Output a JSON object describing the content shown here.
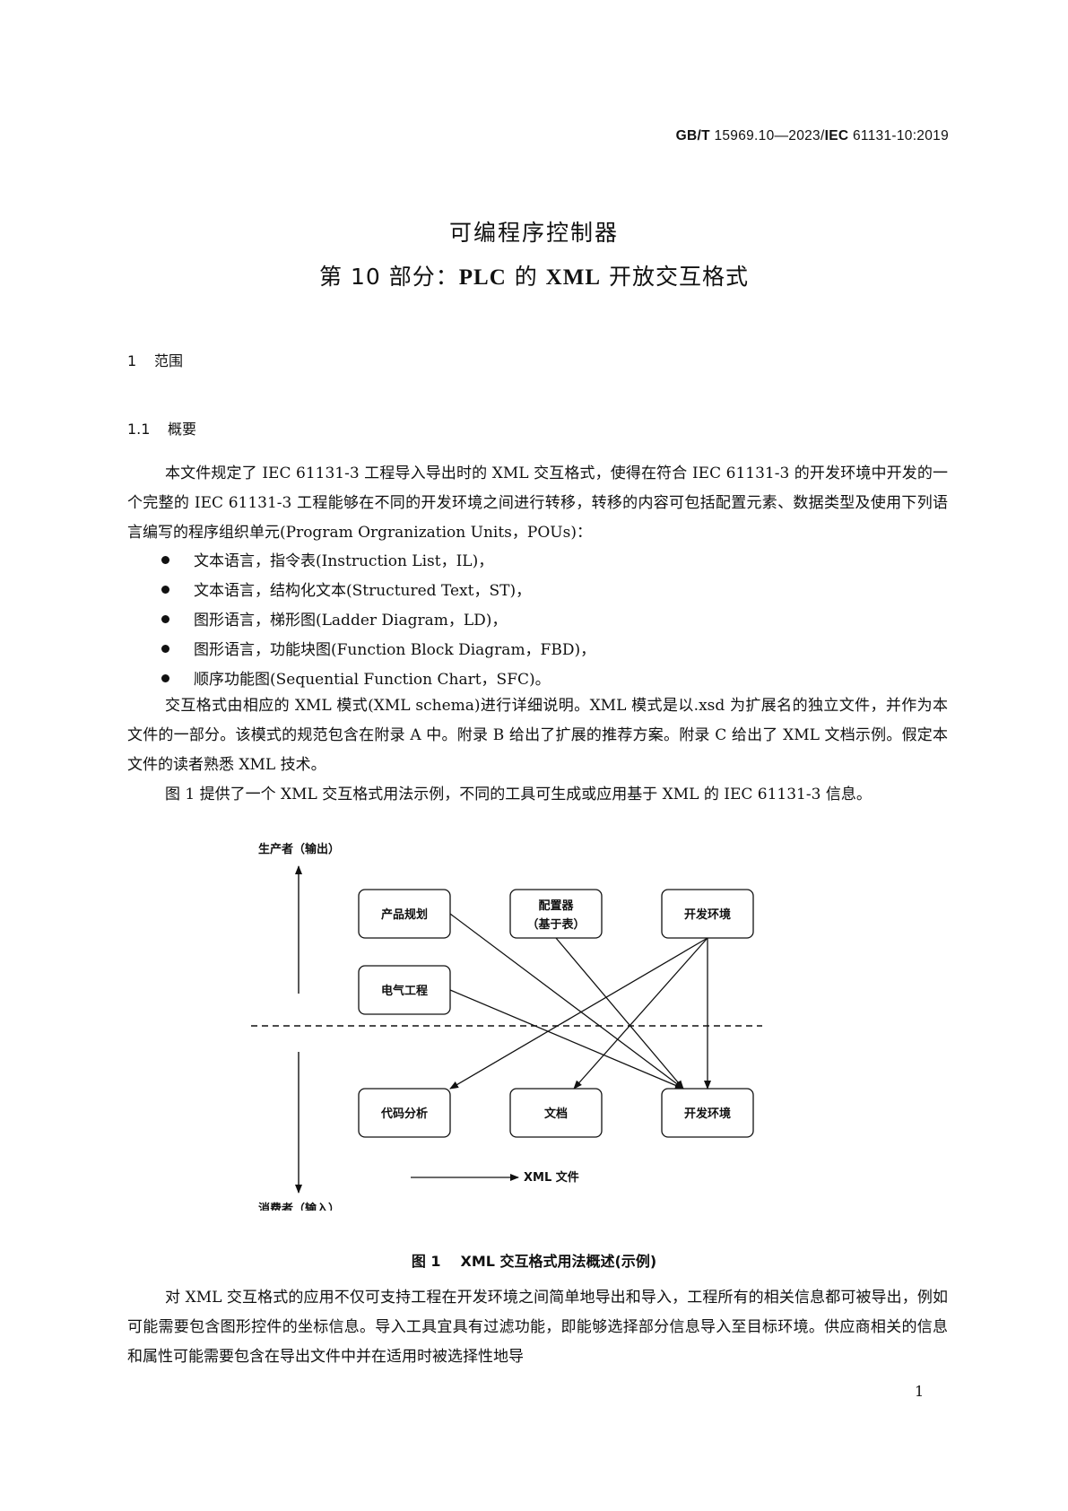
{
  "header": {
    "standard_prefix": "GB/T",
    "standard_mid": " 15969.10—2023/",
    "standard_iec": "IEC",
    "standard_suffix": " 61131-10:2019"
  },
  "title": {
    "line1": "可编程序控制器",
    "line2_part1": "第 10 部分：",
    "line2_plc": "PLC",
    "line2_part2": " 的 ",
    "line2_xml": "XML",
    "line2_part3": " 开放交互格式"
  },
  "section1": {
    "number": "1",
    "title": "范围"
  },
  "section1_1": {
    "number": "1.1",
    "title": "概要"
  },
  "paragraphs": {
    "p1": "本文件规定了 IEC 61131-3 工程导入导出时的 XML 交互格式，使得在符合 IEC 61131-3 的开发环境中开发的一个完整的 IEC 61131-3 工程能够在不同的开发环境之间进行转移，转移的内容可包括配置元素、数据类型及使用下列语言编写的程序组织单元(Program Orgranization Units，POUs)：",
    "p2": "交互格式由相应的 XML 模式(XML schema)进行详细说明。XML 模式是以.xsd 为扩展名的独立文件，并作为本文件的一部分。该模式的规范包含在附录 A 中。附录 B 给出了扩展的推荐方案。附录 C 给出了 XML 文档示例。假定本文件的读者熟悉 XML 技术。",
    "p3": "图 1 提供了一个 XML 交互格式用法示例，不同的工具可生成或应用基于 XML 的 IEC 61131-3 信息。",
    "p4": "对 XML 交互格式的应用不仅可支持工程在开发环境之间简单地导出和导入，工程所有的相关信息都可被导出，例如可能需要包含图形控件的坐标信息。导入工具宜具有过滤功能，即能够选择部分信息导入至目标环境。供应商相关的信息和属性可能需要包含在导出文件中并在适用时被选择性地导"
  },
  "bullets": [
    "文本语言，指令表(Instruction List，IL)，",
    "文本语言，结构化文本(Structured Text，ST)，",
    "图形语言，梯形图(Ladder Diagram，LD)，",
    "图形语言，功能块图(Function Block Diagram，FBD)，",
    "顺序功能图(Sequential Function Chart，SFC)。"
  ],
  "diagram": {
    "producer_label": "生产者（输出）",
    "consumer_label": "消费者（输入）",
    "box_product_planning": "产品规划",
    "box_configurator_line1": "配置器",
    "box_configurator_line2": "（基于表）",
    "box_dev_env_top": "开发环境",
    "box_electrical": "电气工程",
    "box_code_analysis": "代码分析",
    "box_documents": "文档",
    "box_dev_env_bottom": "开发环境",
    "legend_label": "XML 文件"
  },
  "figure": {
    "number": "图 1",
    "caption": "XML 交互格式用法概述(示例)"
  },
  "page_number": "1"
}
